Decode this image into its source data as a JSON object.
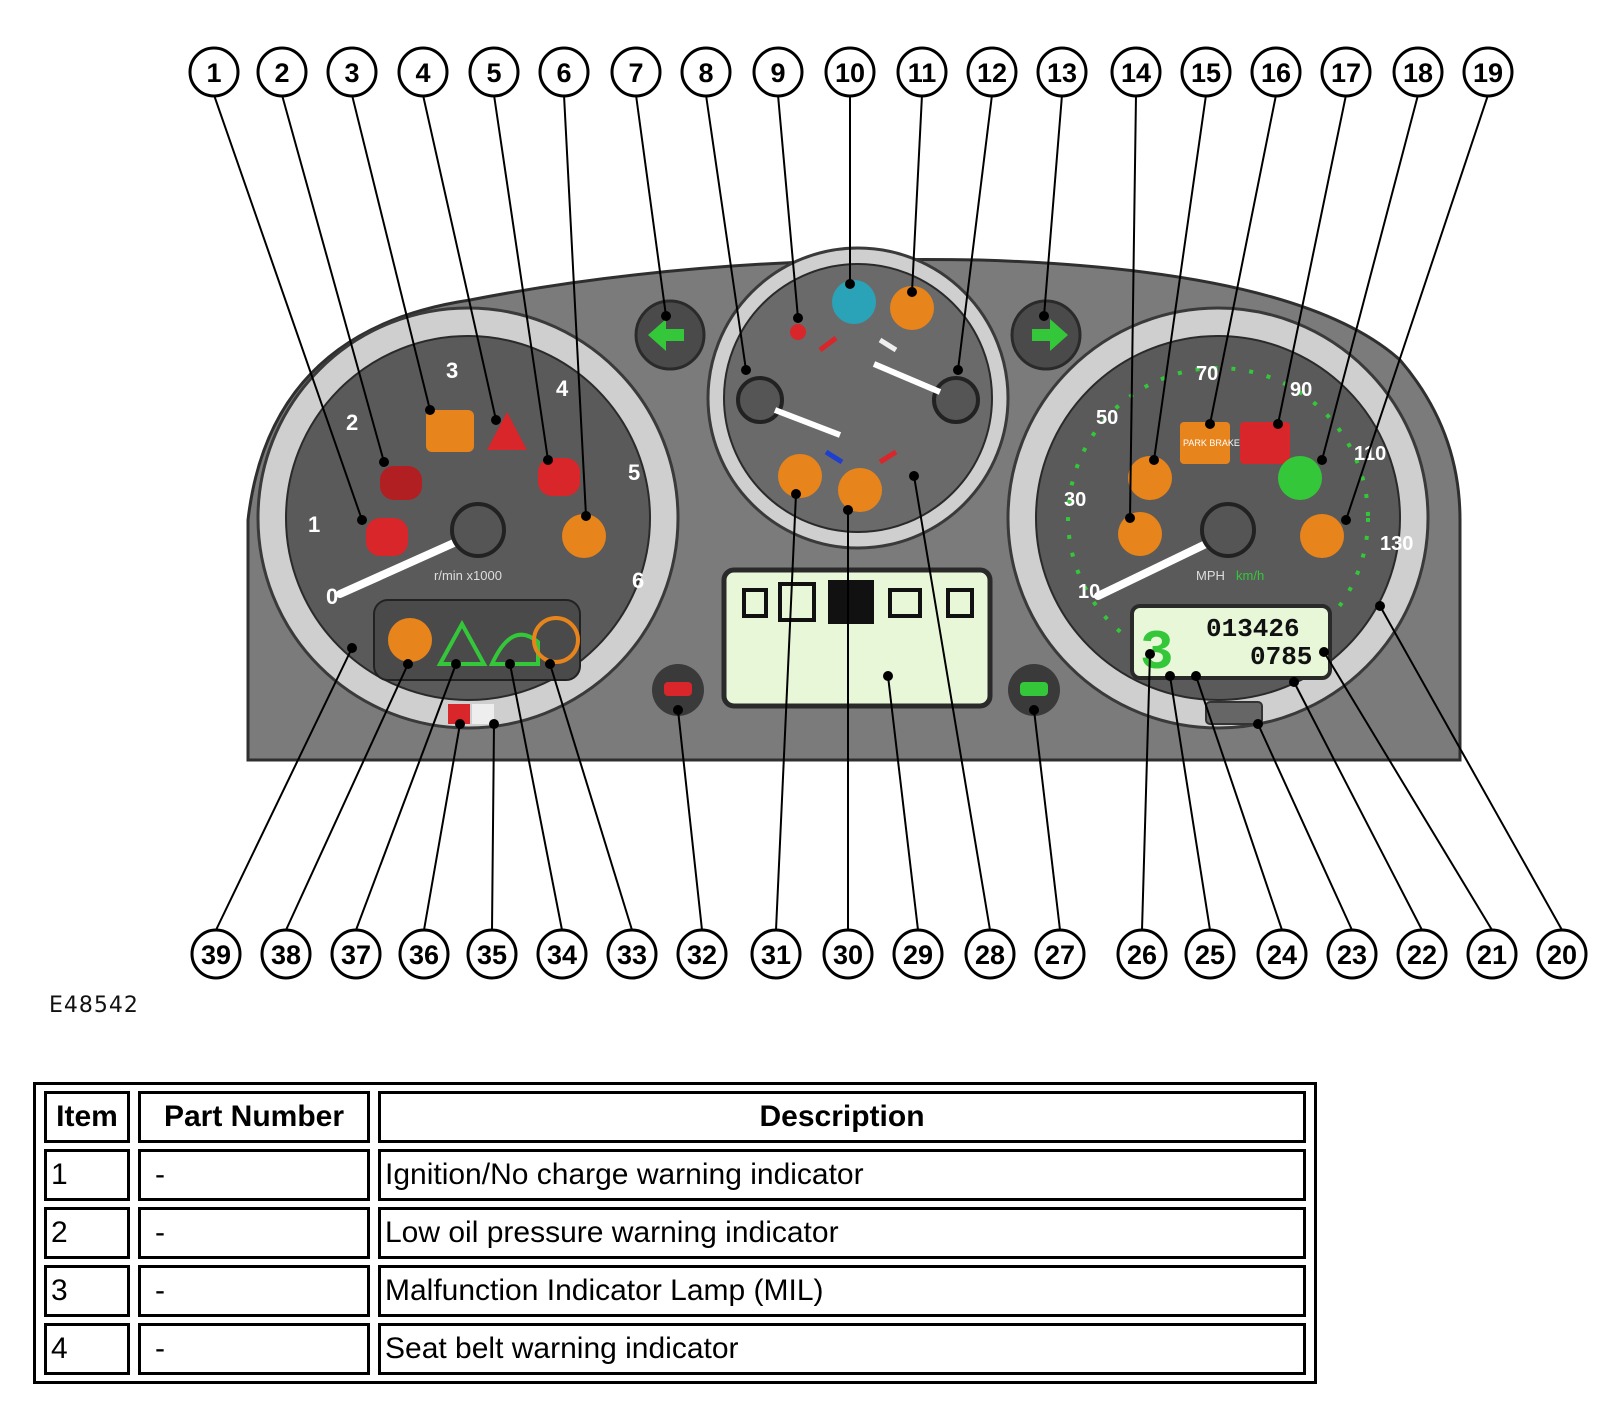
{
  "figure_code": "E48542",
  "callouts_top": [
    "1",
    "2",
    "3",
    "4",
    "5",
    "6",
    "7",
    "8",
    "9",
    "10",
    "11",
    "12",
    "13",
    "14",
    "15",
    "16",
    "17",
    "18",
    "19"
  ],
  "callouts_bottom": [
    "39",
    "38",
    "37",
    "36",
    "35",
    "34",
    "33",
    "32",
    "31",
    "30",
    "29",
    "28",
    "27",
    "26",
    "25",
    "24",
    "23",
    "22",
    "21",
    "20"
  ],
  "tachometer": {
    "scale": [
      "0",
      "1",
      "2",
      "3",
      "4",
      "5",
      "6"
    ],
    "unit": "r/min x1000"
  },
  "speedometer": {
    "scale": [
      "10",
      "30",
      "50",
      "70",
      "90",
      "110",
      "130"
    ],
    "unit": "MPH",
    "unit_alt": "km/h"
  },
  "panel_labels": {
    "park_brake": "PARK BRAKE"
  },
  "odometer": {
    "gear": "3",
    "total": "013426",
    "trip": "0785"
  },
  "colors": {
    "panel": "#7a7a7a",
    "dial": "#5a5a5a",
    "bezel": "#c9c9c9",
    "warning_red": "#d8262a",
    "amber": "#e8841c",
    "green": "#34c73a",
    "teal": "#2aa3b8",
    "lcd": "#e9f7d9"
  },
  "table": {
    "headers": [
      "Item",
      "Part Number",
      "Description"
    ],
    "rows": [
      [
        "1",
        "-",
        "Ignition/No charge warning indicator"
      ],
      [
        "2",
        "-",
        "Low oil pressure warning indicator"
      ],
      [
        "3",
        "-",
        "Malfunction Indicator Lamp (MIL)"
      ],
      [
        "4",
        "-",
        "Seat belt warning indicator"
      ]
    ]
  }
}
